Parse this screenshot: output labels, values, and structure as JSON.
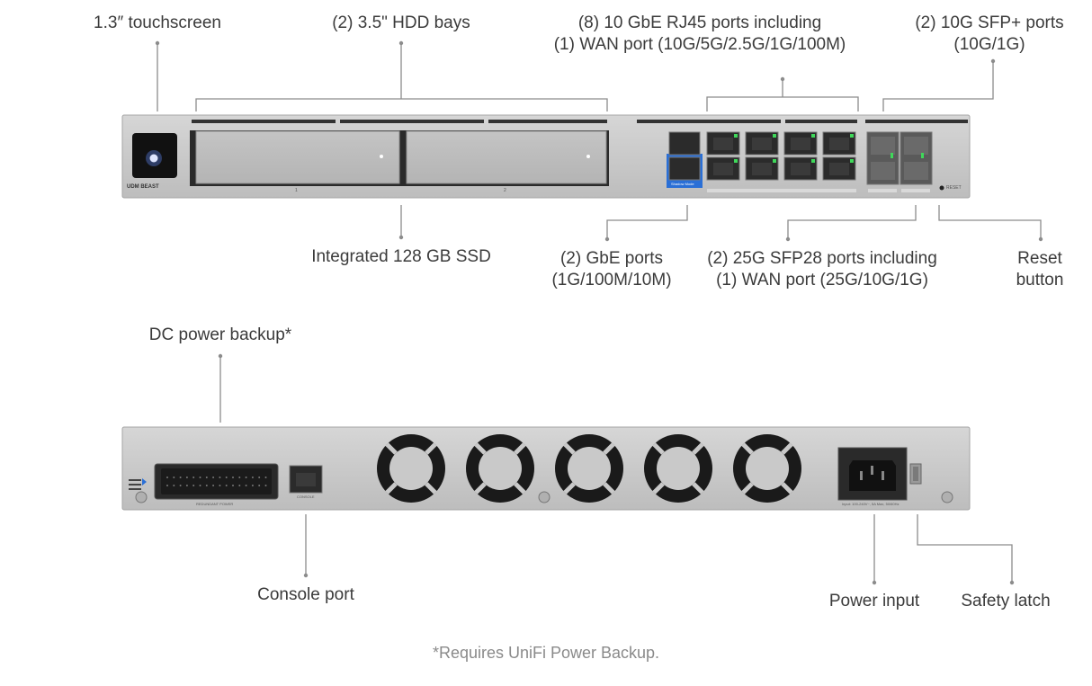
{
  "front": {
    "callouts": {
      "touchscreen": [
        "1.3″ touchscreen"
      ],
      "hdd_bays": [
        "(2) 3.5\" HDD bays"
      ],
      "rj45_ports": [
        "(8) 10 GbE RJ45 ports including",
        "(1) WAN port (10G/5G/2.5G/1G/100M)"
      ],
      "sfp_plus": [
        "(2) 10G SFP+ ports",
        "(10G/1G)"
      ],
      "ssd": [
        "Integrated 128 GB SSD"
      ],
      "gbe_ports": [
        "(2) GbE ports",
        "(1G/100M/10M)"
      ],
      "sfp28": [
        "(2) 25G SFP28 ports including",
        "(1) WAN port (25G/10G/1G)"
      ],
      "reset": [
        "Reset",
        "button"
      ]
    },
    "device_text": {
      "brand": "UDM BEAST",
      "bay1_num": "1",
      "bay2_num": "2",
      "shadow_mode": "Shadow Mode",
      "reset_label": "RESET"
    }
  },
  "back": {
    "callouts": {
      "dc_backup": [
        "DC power backup*"
      ],
      "console": [
        "Console port"
      ],
      "power_input": [
        "Power input"
      ],
      "safety_latch": [
        "Safety latch"
      ]
    },
    "device_text": {
      "redundant_power": "REDUNDANT POWER",
      "console_label": "CONSOLE",
      "power_rating": "Input: 100-240V~, 5A Max, 50/60Hz"
    }
  },
  "footnote": "*Requires UniFi Power Backup.",
  "colors": {
    "chassis": "#c9c9c9",
    "chassis_edge": "#a9a9a9",
    "port_led": "#3fd85a",
    "accent_blue": "#2a6fd6",
    "leader": "#8c8c8c"
  }
}
